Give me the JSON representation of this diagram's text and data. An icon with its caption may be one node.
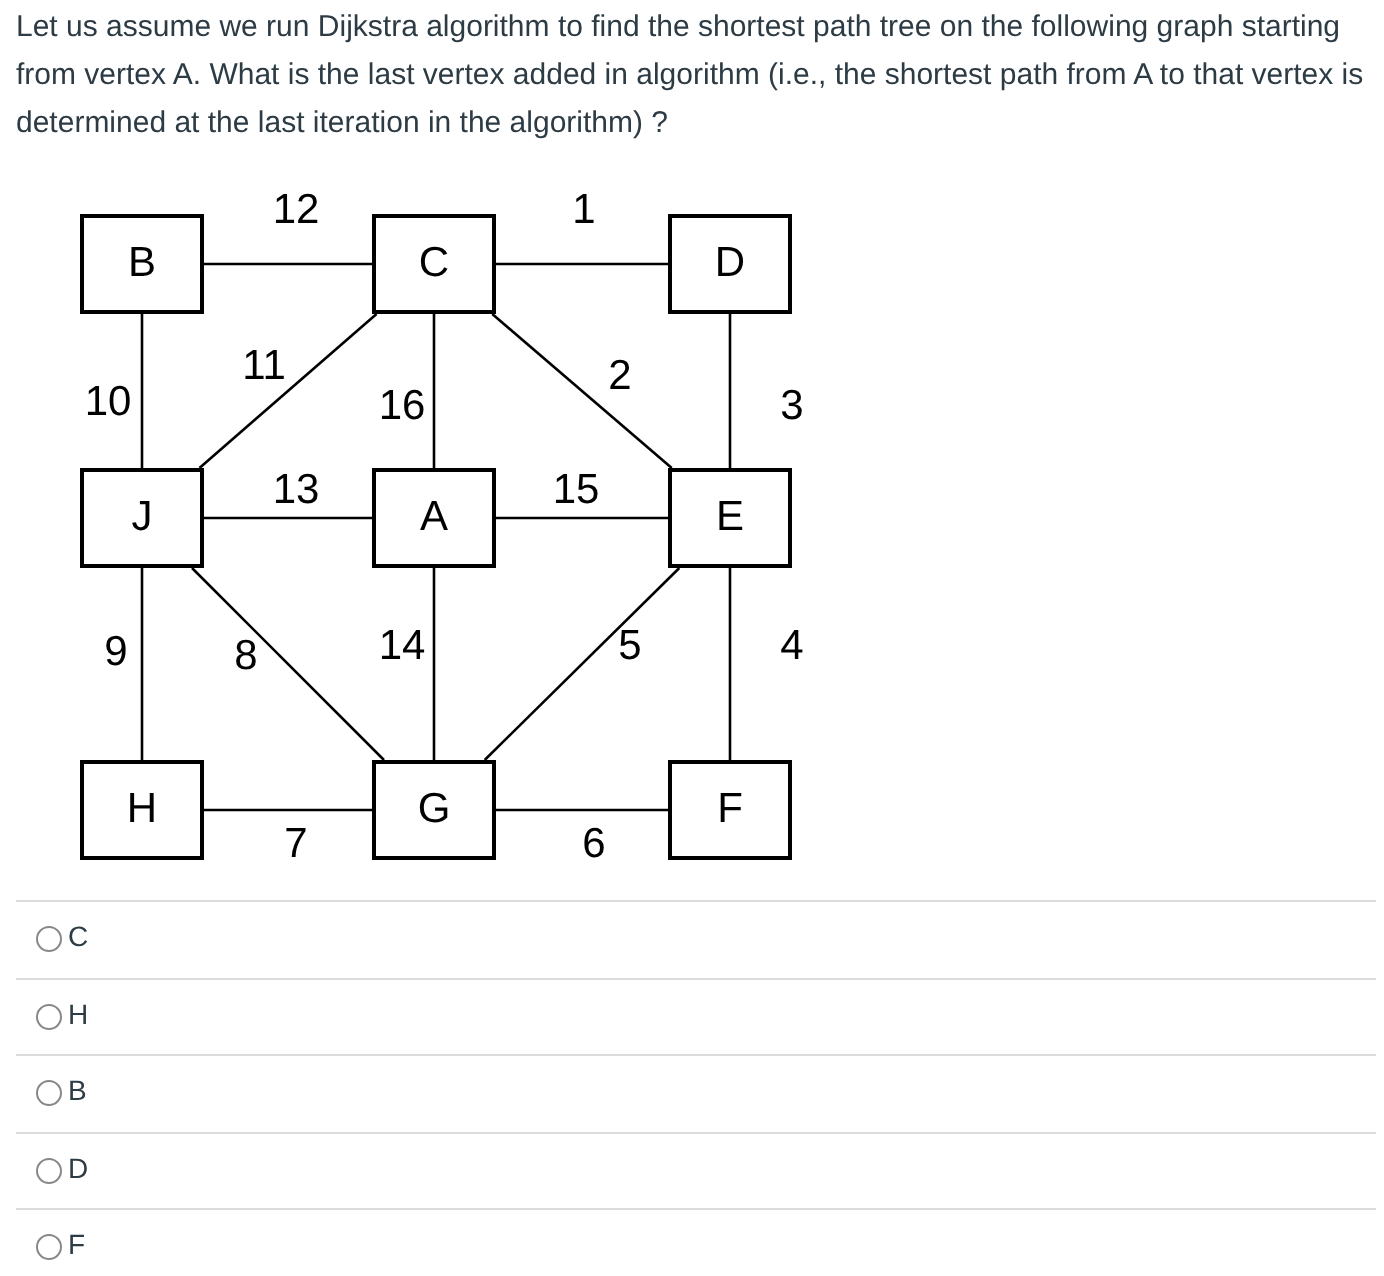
{
  "diagram": {
    "title": "Let us assume we run Dijkstra algorithm to find the shortest path tree on the following graph starting from vertex A. What is the last vertex added in algorithm (i.e., the shortest path from A to that vertex is determined at the last iteration in the algorithm) ?",
    "nodes": [
      {
        "text": [
          "B"
        ]
      },
      {
        "text": [
          "C"
        ]
      },
      {
        "text": [
          "D"
        ]
      },
      {
        "text": [
          "J"
        ]
      },
      {
        "text": [
          "A"
        ]
      },
      {
        "text": [
          "E"
        ]
      },
      {
        "text": [
          "H"
        ]
      },
      {
        "text": [
          "G"
        ]
      },
      {
        "text": [
          "F"
        ]
      }
    ],
    "edges": [
      {
        "from": 0,
        "to": 1,
        "arrow": "none",
        "label": "12"
      },
      {
        "from": 1,
        "to": 2,
        "arrow": "none",
        "label": "1"
      },
      {
        "from": 0,
        "to": 3,
        "arrow": "none",
        "label": "10"
      },
      {
        "from": 1,
        "to": 3,
        "arrow": "none",
        "label": "11"
      },
      {
        "from": 1,
        "to": 4,
        "arrow": "none",
        "label": "16"
      },
      {
        "from": 1,
        "to": 5,
        "arrow": "none",
        "label": "2"
      },
      {
        "from": 2,
        "to": 5,
        "arrow": "none",
        "label": "3"
      },
      {
        "from": 3,
        "to": 4,
        "arrow": "none",
        "label": "13"
      },
      {
        "from": 4,
        "to": 5,
        "arrow": "none",
        "label": "15"
      },
      {
        "from": 3,
        "to": 6,
        "arrow": "none",
        "label": "9"
      },
      {
        "from": 3,
        "to": 7,
        "arrow": "none",
        "label": "8"
      },
      {
        "from": 4,
        "to": 7,
        "arrow": "none",
        "label": "14"
      },
      {
        "from": 5,
        "to": 7,
        "arrow": "none",
        "label": "5"
      },
      {
        "from": 5,
        "to": 8,
        "arrow": "none",
        "label": "4"
      },
      {
        "from": 6,
        "to": 7,
        "arrow": "none",
        "label": "7"
      },
      {
        "from": 7,
        "to": 8,
        "arrow": "none",
        "label": "6"
      }
    ],
    "labels": [
      "C",
      "H",
      "B",
      "D",
      "F"
    ]
  }
}
